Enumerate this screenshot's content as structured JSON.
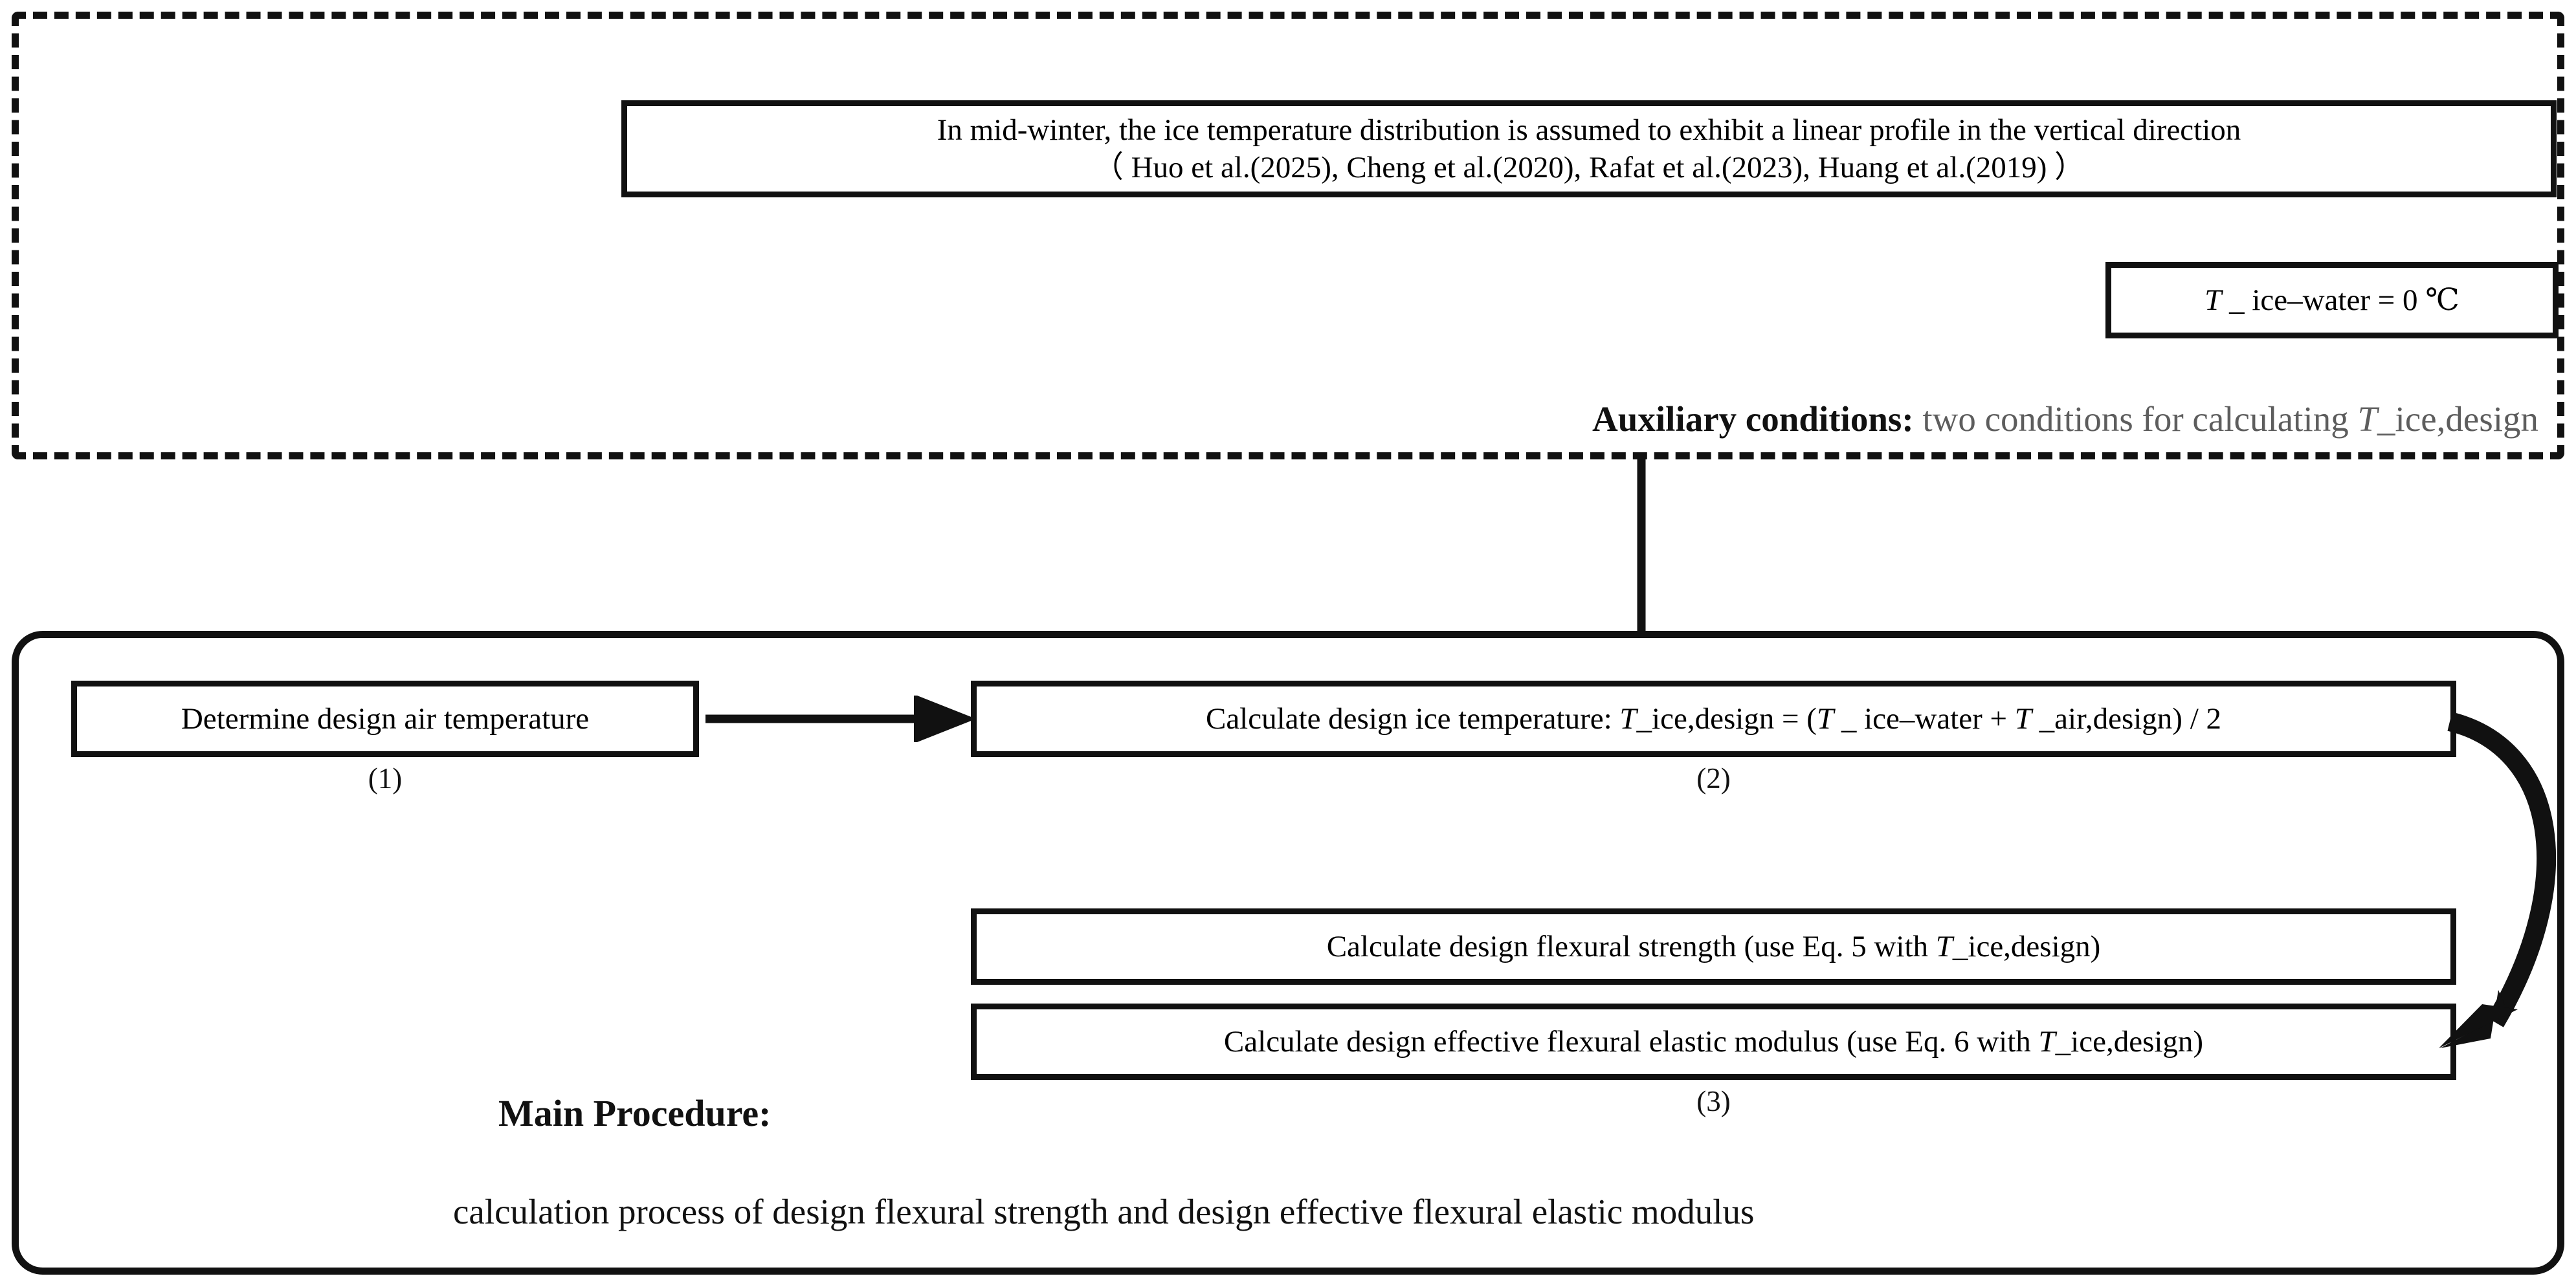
{
  "diagram": {
    "auxiliary": {
      "assumption": {
        "line1": "In mid-winter, the ice temperature distribution is assumed to exhibit a linear profile in the vertical direction",
        "line2": "（ Huo et al.(2025), Cheng et al.(2020), Rafat et al.(2023), Huang et al.(2019) ）"
      },
      "ice_water_condition": "T _ ice–water = 0 ℃",
      "ice_water_symbol": "T",
      "ice_water_rest": " _ ice–water = 0 ℃",
      "caption_strong": "Auxiliary conditions:",
      "caption_rest": " two conditions for calculating ",
      "caption_symbol": "T",
      "caption_tail": "_ice,design"
    },
    "main": {
      "steps": [
        {
          "id": "1",
          "label": "(1)",
          "text": "Determine design air temperature"
        },
        {
          "id": "2",
          "label": "(2)",
          "prefix": "Calculate design ice temperature: ",
          "symbol1": "T",
          "mid1": "_ice,design = (",
          "symbol2": "T",
          "mid2": " _ ice–water + ",
          "symbol3": "T",
          "suffix": " _air,design) / 2"
        },
        {
          "id": "3a",
          "label": "",
          "prefix": "Calculate design flexural strength (use Eq. 5 with ",
          "symbol1": "T",
          "suffix": "_ice,design)"
        },
        {
          "id": "3b",
          "label": "(3)",
          "prefix": "Calculate design effective flexural elastic modulus (use Eq. 6 with ",
          "symbol1": "T",
          "suffix": "_ice,design)"
        }
      ],
      "title": "Main Procedure:",
      "subtitle": "calculation process of design flexural strength and design effective flexural elastic modulus"
    },
    "colors": {
      "stroke": "#111111",
      "caption_gray": "#5d5d5d",
      "background": "#ffffff"
    }
  }
}
